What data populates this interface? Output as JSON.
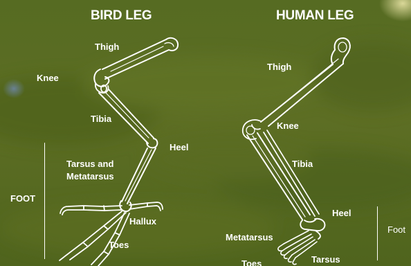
{
  "titles": {
    "bird": "BIRD LEG",
    "human": "HUMAN LEG"
  },
  "bird_labels": {
    "thigh": "Thigh",
    "knee": "Knee",
    "tibia": "Tibia",
    "heel": "Heel",
    "tarsus_line1": "Tarsus and",
    "tarsus_line2": "Metatarsus",
    "foot": "FOOT",
    "hallux": "Hallux",
    "toes": "Toes"
  },
  "human_labels": {
    "thigh": "Thigh",
    "knee": "Knee",
    "tibia": "Tibia",
    "heel": "Heel",
    "metatarsus": "Metatarsus",
    "toes": "Toes",
    "tarsus": "Tarsus",
    "foot": "Foot"
  },
  "colors": {
    "background": "#56691f",
    "bone_outline": "#ffffff",
    "text": "#ffffff"
  }
}
